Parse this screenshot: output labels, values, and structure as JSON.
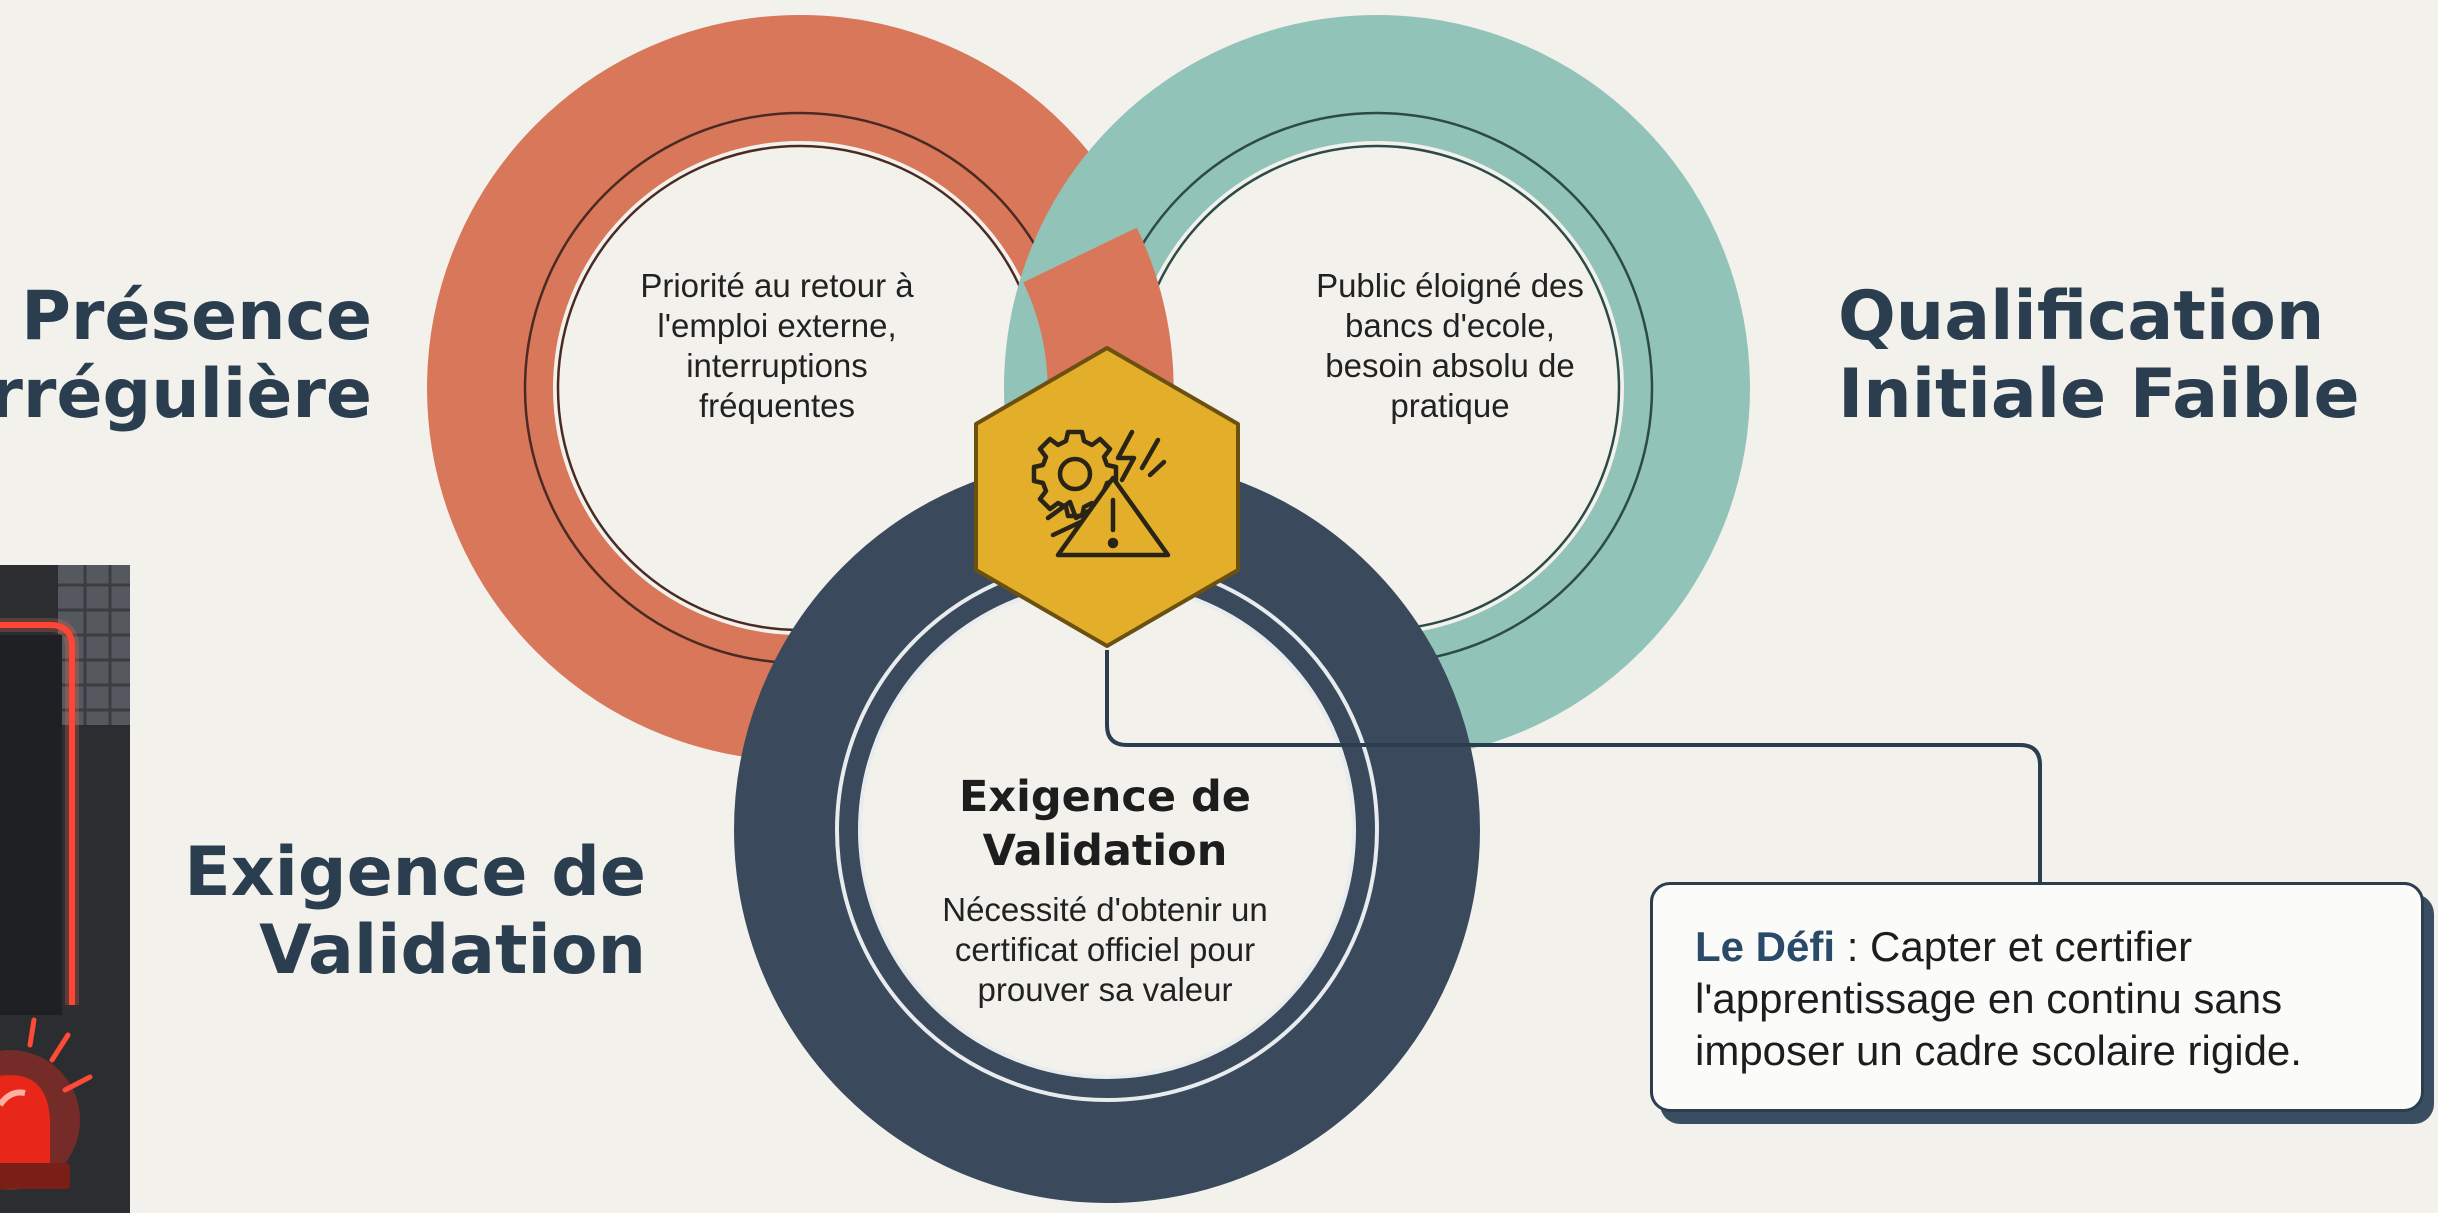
{
  "labels": {
    "presence": [
      "Présence",
      "Irrégulière"
    ],
    "qualification": [
      "Qualification",
      "Initiale Faible"
    ],
    "exigence_outer": [
      "Exigence de",
      "Validation"
    ]
  },
  "circles": {
    "priorite": [
      "Priorité au retour à",
      "l'emploi externe,",
      "interruptions",
      "fréquentes"
    ],
    "public": [
      "Public éloigné des",
      "bancs d'ecole,",
      "besoin absolu de",
      "pratique"
    ],
    "exigence_title": [
      "Exigence de",
      "Validation"
    ],
    "necessite": [
      "Nécessité d'obtenir un",
      "certificat officiel pour",
      "prouver sa valeur"
    ]
  },
  "defi": {
    "bold": "Le Défi",
    "line1_rest": " : Capter et certifier",
    "line2": "l'apprentissage en continu sans",
    "line3": "imposer un cadre scolaire rigide."
  },
  "icons": {
    "center": "gear-warning-icon",
    "alarm": "alarm-siren-icon"
  },
  "colors": {
    "orange_ring": "#d9775a",
    "teal_ring": "#92c3b9",
    "navy_ring": "#3a4a5c",
    "hexagon": "#e3ae2a",
    "background": "#f2f1ec",
    "text_dark": "#2a3e50"
  }
}
